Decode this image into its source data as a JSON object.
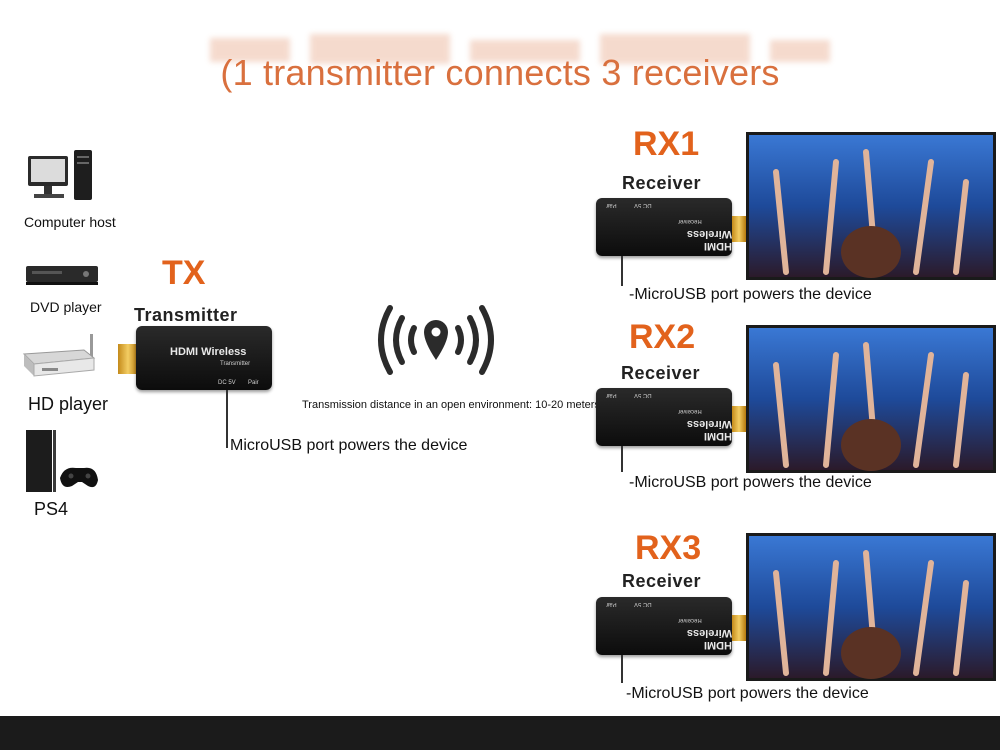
{
  "title": "(1 transmitter connects 3 receivers",
  "sources": [
    {
      "label": "Computer host",
      "icon": "computer-host-icon"
    },
    {
      "label": "DVD player",
      "icon": "dvd-player-icon"
    },
    {
      "label": "HD player",
      "icon": "hd-player-icon"
    },
    {
      "label": "PS4",
      "icon": "ps4-console-icon"
    }
  ],
  "transmitter": {
    "tag": "TX",
    "name": "Transmitter",
    "device_text": "HDMI Wireless",
    "device_sub": "Transmitter",
    "port_a": "DC 5V",
    "port_b": "Pair",
    "note": "MicroUSB port powers the device"
  },
  "wireless": {
    "icon": "wireless-signal-icon",
    "note": "Transmission distance in an open environment: 10-20 meters"
  },
  "receivers": [
    {
      "tag": "RX1",
      "name": "Receiver",
      "device_text": "HDMI Wireless",
      "device_sub": "Receiver",
      "port_a": "DC 5V",
      "port_b": "Pair",
      "note": "-MicroUSB port powers the device"
    },
    {
      "tag": "RX2",
      "name": "Receiver",
      "device_text": "HDMI Wireless",
      "device_sub": "Receiver",
      "port_a": "DC 5V",
      "port_b": "Pair",
      "note": "-MicroUSB port powers the device"
    },
    {
      "tag": "RX3",
      "name": "Receiver",
      "device_text": "HDMI Wireless",
      "device_sub": "Receiver",
      "port_a": "DC 5V",
      "port_b": "Pair",
      "note": "-MicroUSB port powers the device"
    }
  ],
  "colors": {
    "accent": "#e2621c",
    "title": "#d9703e",
    "tv_screen": "#1f4f9c"
  }
}
